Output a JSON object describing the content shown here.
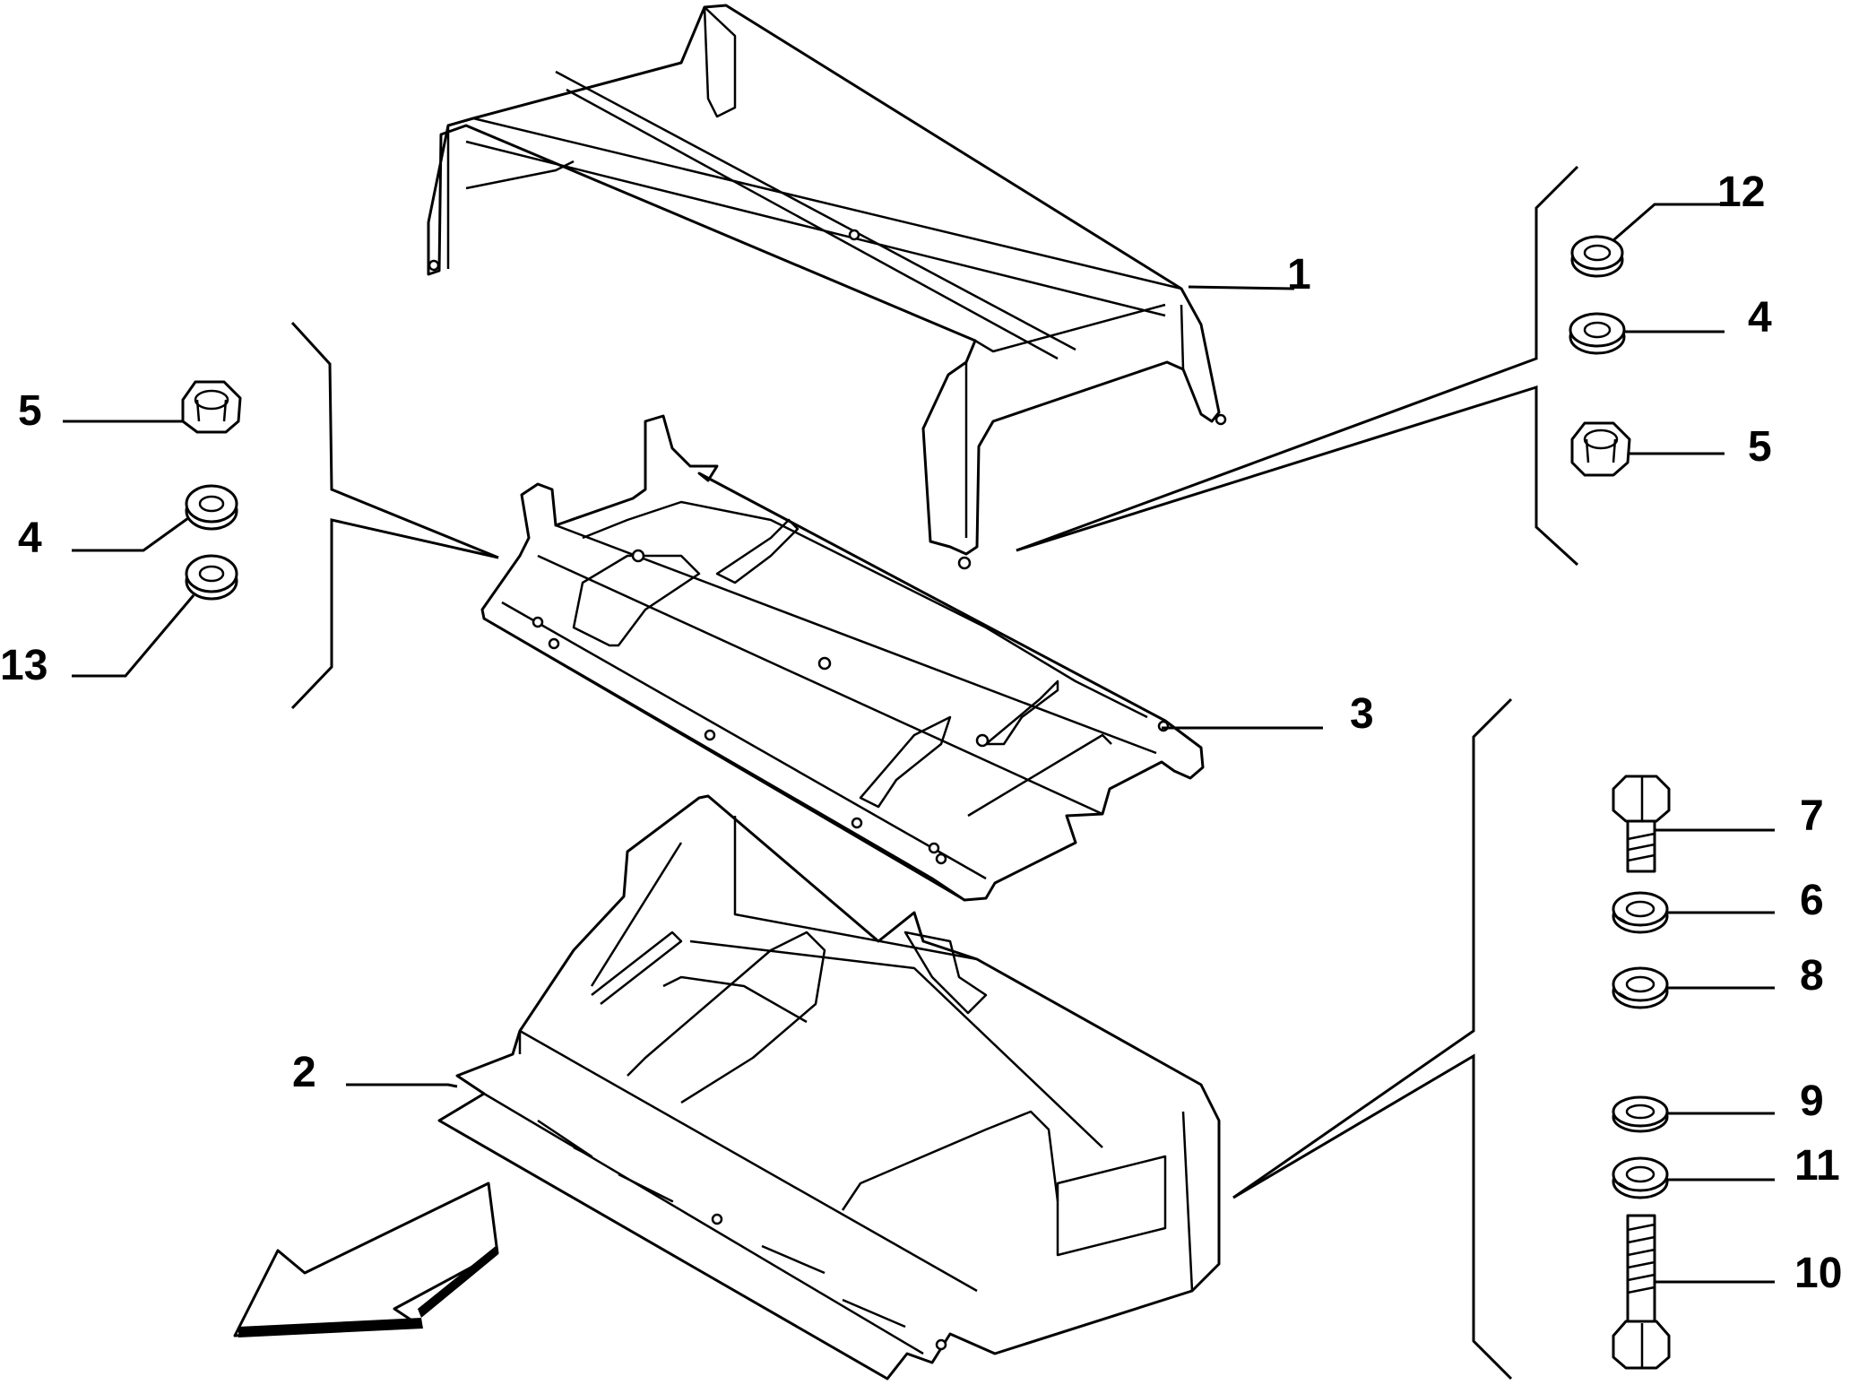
{
  "diagram": {
    "callouts": [
      {
        "id": "1",
        "text": "1"
      },
      {
        "id": "2",
        "text": "2"
      },
      {
        "id": "3",
        "text": "3"
      },
      {
        "id": "left-5",
        "text": "5"
      },
      {
        "id": "left-4",
        "text": "4"
      },
      {
        "id": "left-13",
        "text": "13"
      },
      {
        "id": "right-12",
        "text": "12"
      },
      {
        "id": "right-4",
        "text": "4"
      },
      {
        "id": "right-5",
        "text": "5"
      },
      {
        "id": "7",
        "text": "7"
      },
      {
        "id": "6",
        "text": "6"
      },
      {
        "id": "8",
        "text": "8"
      },
      {
        "id": "9",
        "text": "9"
      },
      {
        "id": "11",
        "text": "11"
      },
      {
        "id": "10",
        "text": "10"
      }
    ]
  },
  "colors": {
    "line": "#000000",
    "background": "#ffffff"
  },
  "icons": {
    "direction_arrow": "front-direction-arrow-icon"
  }
}
